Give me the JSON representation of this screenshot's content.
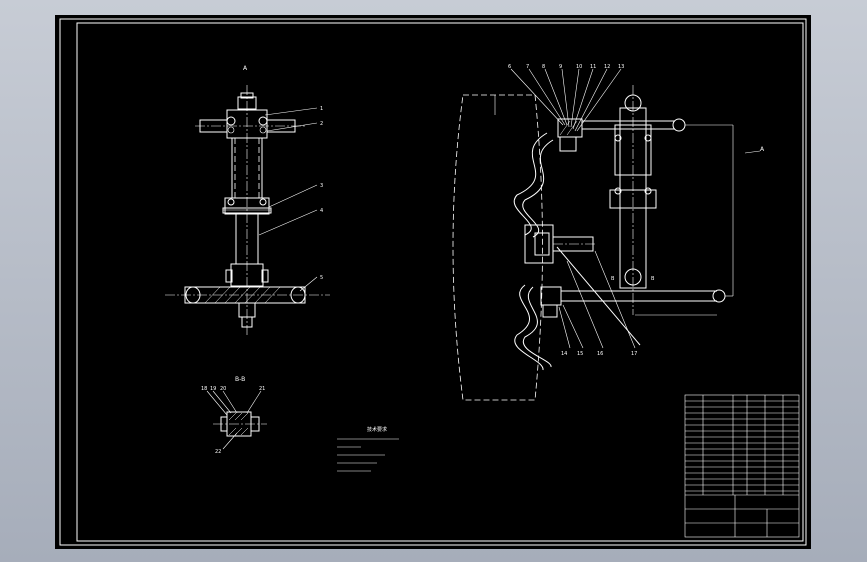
{
  "drawing": {
    "view_labels": {
      "view_a": "A",
      "section_bb": "B-B",
      "arrow_a": "A",
      "b_mark_left": "B",
      "b_mark_right": "B"
    },
    "left_view_callouts": [
      "1",
      "2",
      "3",
      "4",
      "5"
    ],
    "section_callouts": [
      "18",
      "19",
      "20",
      "21",
      "22"
    ],
    "right_view_callouts": [
      "6",
      "7",
      "8",
      "9",
      "10",
      "11",
      "12",
      "13",
      "14",
      "15",
      "16",
      "17"
    ],
    "notes_title": "技术要求",
    "notes_lines": 5
  },
  "colors": {
    "sheet": "#000000",
    "line": "#ffffff",
    "viewport": "#a6adba"
  }
}
